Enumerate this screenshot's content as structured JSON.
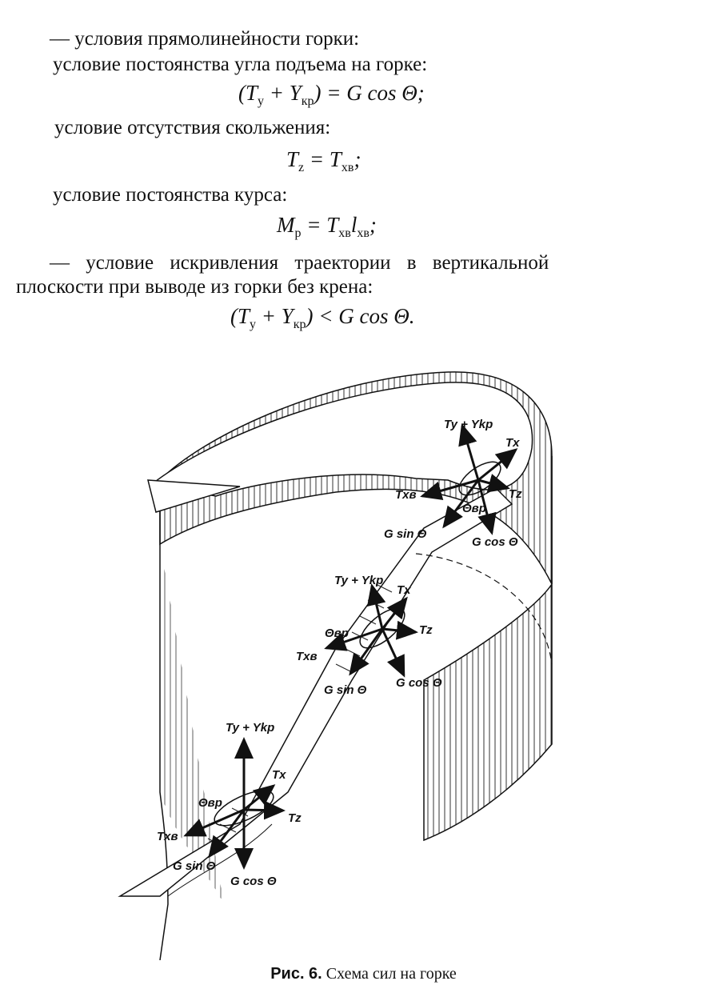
{
  "text": {
    "l1": "— условия прямолинейности горки:",
    "l2": "условие постоянства угла подъема на горке:",
    "l3": "условие отсутствия скольжения:",
    "l4": "условие постоянства курса:",
    "l5": "— условие искривления траектории в вертикальной",
    "l6": "плоскости при выводе из горки без крена:"
  },
  "formulas": {
    "f1": {
      "open": "(T",
      "sub_y": "y",
      "plus": " + Y",
      "sub_kr": "кр",
      "close": ") = G cos Θ;"
    },
    "f2": {
      "T": "T",
      "sub_z": "z",
      "eq": " = T",
      "sub_xv": "хв",
      "end": ";"
    },
    "f3": {
      "M": "M",
      "sub_p": "р",
      "eq": " = T",
      "sub_xv": "хв",
      "l": "l",
      "sub_xv2": "хв",
      "end": ";"
    },
    "f4": {
      "open": "(T",
      "sub_y": "y",
      "plus": " + Y",
      "sub_kr": "кр",
      "close": ") < G cos Θ."
    }
  },
  "figure": {
    "labels": {
      "top_lift": "Ty + Ykp",
      "top_tx": "Tx",
      "top_tz": "Tz",
      "top_txv": "Txв",
      "top_theta": "Θвр",
      "top_gsin": "G sin Θ",
      "top_gcos": "G cos Θ",
      "mid_lift": "Ty + Ykp",
      "mid_tx": "Tx",
      "mid_tz": "Tz",
      "mid_theta": "Θвр",
      "mid_txv": "Txв",
      "mid_gsin": "G sin Θ",
      "mid_gcos": "G cos Θ",
      "bot_lift": "Ty + Ykp",
      "bot_tx": "Tx",
      "bot_tz": "Tz",
      "bot_theta": "Θвр",
      "bot_txv": "Txв",
      "bot_gsin": "G sin Θ",
      "bot_gcos": "G cos Θ"
    }
  },
  "caption": {
    "prefix": "Рис. 6.",
    "text": " Схема сил на горке"
  }
}
